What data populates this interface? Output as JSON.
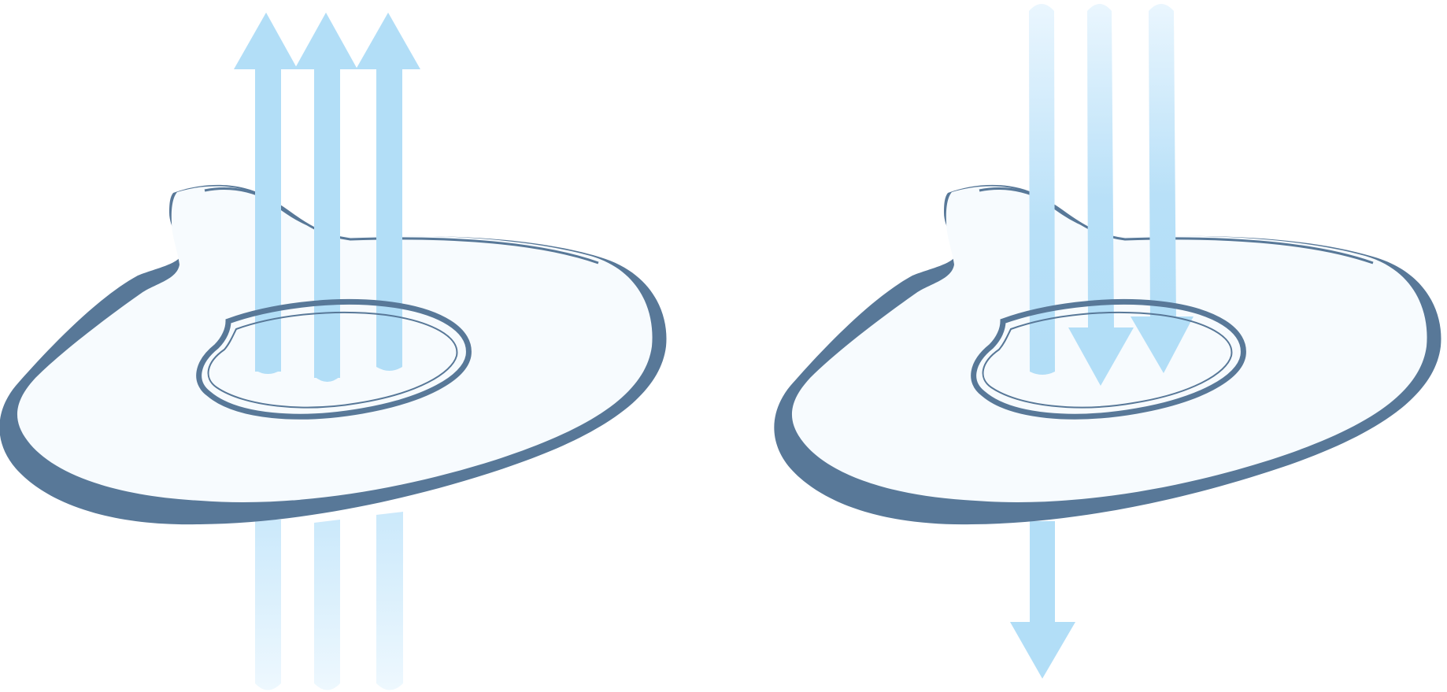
{
  "colors": {
    "arrow": "#b2def7",
    "arrow_fade": "#eaf6fe",
    "surface_fill": "#f7fbfe",
    "surface_edge": "#587898",
    "background": "#ffffff"
  },
  "panels": [
    {
      "id": "left",
      "arrows_above_direction": "up",
      "arrows_above_count": 3,
      "arrows_below_direction": "none",
      "arrows_below_count": 3
    },
    {
      "id": "right",
      "arrows_above_direction": "down",
      "arrows_above_count": 3,
      "arrows_below_direction": "down",
      "arrows_below_count": 1
    }
  ]
}
